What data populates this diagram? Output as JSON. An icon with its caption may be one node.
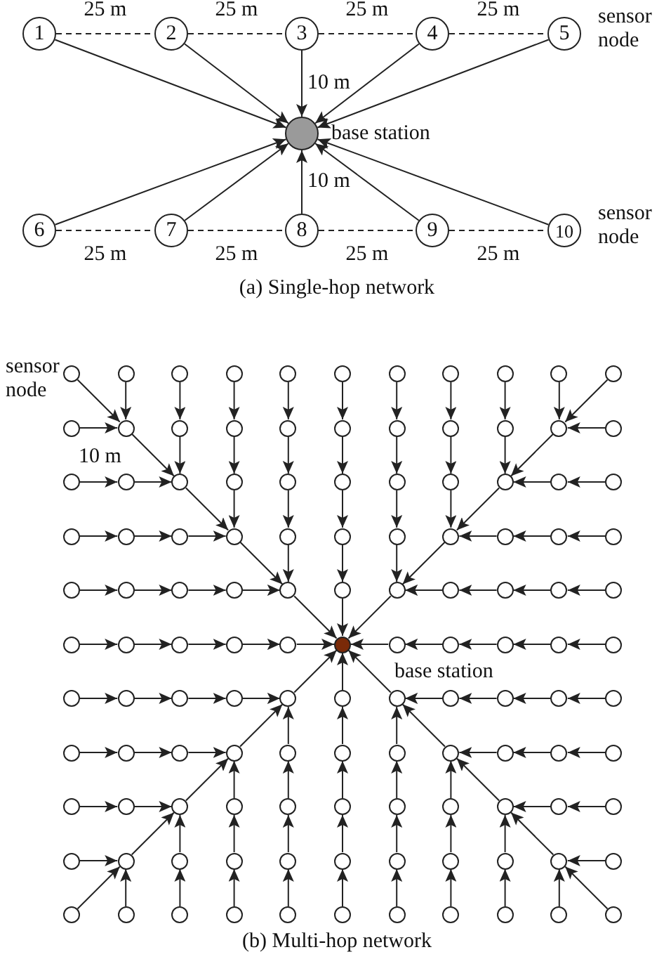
{
  "diagram": {
    "nodes": [
      {
        "text": [
          "1"
        ]
      },
      {
        "text": [
          "2"
        ]
      },
      {
        "text": [
          "3"
        ]
      },
      {
        "text": [
          "4"
        ]
      },
      {
        "text": [
          "5"
        ]
      },
      {
        "text": [],
        "shape": "circle",
        "beside": [
          "base station"
        ]
      },
      {
        "text": [
          "6"
        ]
      },
      {
        "text": [
          "7"
        ]
      },
      {
        "text": [
          "8"
        ]
      },
      {
        "text": [
          "9"
        ]
      },
      {
        "text": [
          "10"
        ]
      },
      {
        "text": [],
        "shape": "circle"
      },
      {
        "text": [],
        "shape": "circle"
      },
      {
        "text": [],
        "shape": "circle"
      },
      {
        "text": [],
        "shape": "circle"
      },
      {
        "text": [],
        "shape": "circle"
      },
      {
        "text": [],
        "shape": "circle"
      },
      {
        "text": [],
        "shape": "circle"
      },
      {
        "text": [],
        "shape": "circle"
      },
      {
        "text": [],
        "shape": "circle"
      },
      {
        "text": [],
        "shape": "circle"
      },
      {
        "text": [],
        "shape": "circle"
      },
      {
        "text": [],
        "shape": "circle"
      },
      {
        "text": [],
        "shape": "circle"
      },
      {
        "text": [],
        "shape": "circle"
      },
      {
        "text": [],
        "shape": "circle"
      },
      {
        "text": [],
        "shape": "circle"
      },
      {
        "text": [],
        "shape": "circle"
      },
      {
        "text": [],
        "shape": "circle"
      },
      {
        "text": [],
        "shape": "circle"
      },
      {
        "text": [],
        "shape": "circle"
      },
      {
        "text": [],
        "shape": "circle"
      },
      {
        "text": [],
        "shape": "circle"
      },
      {
        "text": [],
        "shape": "circle"
      },
      {
        "text": [],
        "shape": "circle"
      },
      {
        "text": [],
        "shape": "circle"
      },
      {
        "text": [],
        "shape": "circle"
      },
      {
        "text": [],
        "shape": "circle"
      },
      {
        "text": [],
        "shape": "circle"
      },
      {
        "text": [],
        "shape": "circle"
      },
      {
        "text": [],
        "shape": "circle"
      },
      {
        "text": [],
        "shape": "circle"
      },
      {
        "text": [],
        "shape": "circle"
      },
      {
        "text": [],
        "shape": "circle"
      },
      {
        "text": [],
        "shape": "circle"
      },
      {
        "text": [],
        "shape": "circle"
      },
      {
        "text": [],
        "shape": "circle"
      },
      {
        "text": [],
        "shape": "circle"
      },
      {
        "text": [],
        "shape": "circle"
      },
      {
        "text": [],
        "shape": "circle"
      },
      {
        "text": [],
        "shape": "circle"
      },
      {
        "text": [],
        "shape": "circle"
      },
      {
        "text": [],
        "shape": "circle"
      },
      {
        "text": [],
        "shape": "circle"
      },
      {
        "text": [],
        "shape": "circle"
      },
      {
        "text": [],
        "shape": "circle"
      },
      {
        "text": [],
        "shape": "circle"
      },
      {
        "text": [],
        "shape": "circle"
      },
      {
        "text": [],
        "shape": "circle"
      },
      {
        "text": [],
        "shape": "circle"
      },
      {
        "text": [],
        "shape": "circle"
      },
      {
        "text": [],
        "shape": "circle"
      },
      {
        "text": [],
        "shape": "circle"
      },
      {
        "text": [],
        "shape": "circle"
      },
      {
        "text": [],
        "shape": "circle"
      },
      {
        "text": [],
        "shape": "circle"
      },
      {
        "text": [],
        "shape": "circle"
      },
      {
        "text": [],
        "shape": "circle"
      },
      {
        "text": [],
        "shape": "circle"
      },
      {
        "text": [],
        "shape": "circle"
      },
      {
        "text": [],
        "shape": "circle"
      },
      {
        "text": [],
        "shape": "circle"
      },
      {
        "text": [],
        "shape": "circle"
      },
      {
        "text": [],
        "shape": "circle"
      },
      {
        "text": [],
        "shape": "circle"
      },
      {
        "text": [],
        "shape": "circle"
      },
      {
        "text": [],
        "shape": "circle"
      },
      {
        "text": [],
        "shape": "circle"
      },
      {
        "text": [],
        "shape": "circle"
      },
      {
        "text": [],
        "shape": "circle"
      },
      {
        "text": [],
        "shape": "circle"
      },
      {
        "text": [],
        "shape": "circle"
      },
      {
        "text": [],
        "shape": "circle"
      },
      {
        "text": [],
        "shape": "circle"
      },
      {
        "text": [],
        "shape": "circle"
      },
      {
        "text": [],
        "shape": "circle"
      },
      {
        "text": [],
        "shape": "circle"
      },
      {
        "text": [],
        "shape": "circle"
      },
      {
        "text": [],
        "shape": "circle"
      },
      {
        "text": [],
        "shape": "circle"
      },
      {
        "text": [],
        "shape": "circle"
      },
      {
        "text": [],
        "shape": "circle"
      },
      {
        "text": [],
        "shape": "circle"
      },
      {
        "text": [],
        "shape": "circle"
      },
      {
        "text": [],
        "shape": "circle"
      },
      {
        "text": [],
        "shape": "circle"
      },
      {
        "text": [],
        "shape": "circle"
      },
      {
        "text": [],
        "shape": "circle"
      },
      {
        "text": [],
        "shape": "circle"
      },
      {
        "text": [],
        "shape": "circle"
      },
      {
        "text": [],
        "shape": "circle"
      },
      {
        "text": [],
        "shape": "circle"
      },
      {
        "text": [],
        "shape": "circle"
      },
      {
        "text": [],
        "shape": "circle"
      },
      {
        "text": [],
        "shape": "circle"
      },
      {
        "text": [],
        "shape": "circle"
      },
      {
        "text": [],
        "shape": "circle"
      },
      {
        "text": [],
        "shape": "circle"
      },
      {
        "text": [],
        "shape": "circle"
      },
      {
        "text": [],
        "shape": "circle"
      },
      {
        "text": [],
        "shape": "circle"
      },
      {
        "text": [],
        "shape": "circle"
      },
      {
        "text": [],
        "shape": "circle"
      },
      {
        "text": [],
        "shape": "circle"
      },
      {
        "text": [],
        "shape": "circle"
      },
      {
        "text": [],
        "shape": "circle"
      },
      {
        "text": [],
        "shape": "circle"
      },
      {
        "text": [],
        "shape": "circle"
      },
      {
        "text": [],
        "shape": "circle"
      },
      {
        "text": [],
        "shape": "circle"
      },
      {
        "text": [],
        "shape": "circle"
      },
      {
        "text": [],
        "shape": "circle"
      },
      {
        "text": [],
        "shape": "circle"
      },
      {
        "text": [],
        "shape": "circle"
      },
      {
        "text": [],
        "shape": "circle"
      },
      {
        "text": [],
        "shape": "circle"
      },
      {
        "text": [],
        "shape": "circle"
      },
      {
        "text": [],
        "shape": "circle"
      },
      {
        "text": [],
        "shape": "circle"
      },
      {
        "text": [],
        "shape": "circle"
      },
      {
        "text": [],
        "shape": "circle"
      },
      {
        "text": [],
        "shape": "circle"
      }
    ],
    "edges": [
      {
        "from": 0,
        "to": 1,
        "arrow": "none",
        "style": "dashed",
        "label": "25 m"
      },
      {
        "from": 1,
        "to": 2,
        "arrow": "none",
        "style": "dashed",
        "label": "25 m"
      },
      {
        "from": 2,
        "to": 3,
        "arrow": "none",
        "style": "dashed",
        "label": "25 m"
      },
      {
        "from": 3,
        "to": 4,
        "arrow": "none",
        "style": "dashed",
        "label": "25 m"
      },
      {
        "from": 0,
        "to": 5,
        "arrow": "to"
      },
      {
        "from": 1,
        "to": 5,
        "arrow": "to"
      },
      {
        "from": 2,
        "to": 5,
        "arrow": "to",
        "label": "10 m"
      },
      {
        "from": 3,
        "to": 5,
        "arrow": "to"
      },
      {
        "from": 4,
        "to": 5,
        "arrow": "to"
      },
      {
        "from": 6,
        "to": 5,
        "arrow": "to"
      },
      {
        "from": 7,
        "to": 5,
        "arrow": "to"
      },
      {
        "from": 8,
        "to": 5,
        "arrow": "to",
        "label": "10 m"
      },
      {
        "from": 9,
        "to": 5,
        "arrow": "to"
      },
      {
        "from": 10,
        "to": 5,
        "arrow": "to"
      },
      {
        "from": 6,
        "to": 7,
        "arrow": "none",
        "style": "dashed",
        "label": "25 m"
      },
      {
        "from": 7,
        "to": 8,
        "arrow": "none",
        "style": "dashed",
        "label": "25 m"
      },
      {
        "from": 8,
        "to": 9,
        "arrow": "none",
        "style": "dashed",
        "label": "25 m"
      },
      {
        "from": 9,
        "to": 10,
        "arrow": "none",
        "style": "dashed",
        "label": "25 m"
      },
      {
        "from": 11,
        "to": 23,
        "arrow": "to"
      },
      {
        "from": 12,
        "to": 23,
        "arrow": "to"
      },
      {
        "from": 13,
        "to": 24,
        "arrow": "to"
      },
      {
        "from": 14,
        "to": 25,
        "arrow": "to"
      },
      {
        "from": 15,
        "to": 26,
        "arrow": "to"
      },
      {
        "from": 16,
        "to": 27,
        "arrow": "to"
      },
      {
        "from": 17,
        "to": 28,
        "arrow": "to"
      },
      {
        "from": 18,
        "to": 29,
        "arrow": "to"
      },
      {
        "from": 19,
        "to": 30,
        "arrow": "to"
      },
      {
        "from": 20,
        "to": 31,
        "arrow": "to"
      },
      {
        "from": 21,
        "to": 31,
        "arrow": "to"
      },
      {
        "from": 22,
        "to": 23,
        "arrow": "to"
      },
      {
        "from": 23,
        "to": 35,
        "arrow": "to"
      },
      {
        "from": 24,
        "to": 35,
        "arrow": "to"
      },
      {
        "from": 25,
        "to": 36,
        "arrow": "to"
      },
      {
        "from": 26,
        "to": 37,
        "arrow": "to"
      },
      {
        "from": 27,
        "to": 38,
        "arrow": "to"
      },
      {
        "from": 28,
        "to": 39,
        "arrow": "to"
      },
      {
        "from": 29,
        "to": 40,
        "arrow": "to"
      },
      {
        "from": 30,
        "to": 41,
        "arrow": "to"
      },
      {
        "from": 31,
        "to": 41,
        "arrow": "to"
      },
      {
        "from": 32,
        "to": 31,
        "arrow": "to"
      },
      {
        "from": 33,
        "to": 34,
        "arrow": "to"
      },
      {
        "from": 34,
        "to": 35,
        "arrow": "to"
      },
      {
        "from": 35,
        "to": 47,
        "arrow": "to"
      },
      {
        "from": 36,
        "to": 47,
        "arrow": "to"
      },
      {
        "from": 37,
        "to": 48,
        "arrow": "to"
      },
      {
        "from": 38,
        "to": 49,
        "arrow": "to"
      },
      {
        "from": 39,
        "to": 50,
        "arrow": "to"
      },
      {
        "from": 40,
        "to": 51,
        "arrow": "to"
      },
      {
        "from": 41,
        "to": 51,
        "arrow": "to"
      },
      {
        "from": 42,
        "to": 41,
        "arrow": "to"
      },
      {
        "from": 43,
        "to": 42,
        "arrow": "to"
      },
      {
        "from": 44,
        "to": 45,
        "arrow": "to"
      },
      {
        "from": 45,
        "to": 46,
        "arrow": "to"
      },
      {
        "from": 46,
        "to": 47,
        "arrow": "to"
      },
      {
        "from": 47,
        "to": 59,
        "arrow": "to"
      },
      {
        "from": 48,
        "to": 59,
        "arrow": "to"
      },
      {
        "from": 49,
        "to": 60,
        "arrow": "to"
      },
      {
        "from": 50,
        "to": 61,
        "arrow": "to"
      },
      {
        "from": 51,
        "to": 61,
        "arrow": "to"
      },
      {
        "from": 52,
        "to": 51,
        "arrow": "to"
      },
      {
        "from": 53,
        "to": 52,
        "arrow": "to"
      },
      {
        "from": 54,
        "to": 53,
        "arrow": "to"
      },
      {
        "from": 55,
        "to": 56,
        "arrow": "to"
      },
      {
        "from": 56,
        "to": 57,
        "arrow": "to"
      },
      {
        "from": 57,
        "to": 58,
        "arrow": "to"
      },
      {
        "from": 58,
        "to": 59,
        "arrow": "to"
      },
      {
        "from": 59,
        "to": 71,
        "arrow": "to"
      },
      {
        "from": 60,
        "to": 71,
        "arrow": "to"
      },
      {
        "from": 61,
        "to": 71,
        "arrow": "to"
      },
      {
        "from": 62,
        "to": 61,
        "arrow": "to"
      },
      {
        "from": 63,
        "to": 62,
        "arrow": "to"
      },
      {
        "from": 64,
        "to": 63,
        "arrow": "to"
      },
      {
        "from": 65,
        "to": 64,
        "arrow": "to"
      },
      {
        "from": 66,
        "to": 67,
        "arrow": "to"
      },
      {
        "from": 67,
        "to": 68,
        "arrow": "to"
      },
      {
        "from": 68,
        "to": 69,
        "arrow": "to"
      },
      {
        "from": 69,
        "to": 70,
        "arrow": "to"
      },
      {
        "from": 70,
        "to": 71,
        "arrow": "to"
      },
      {
        "from": 72,
        "to": 71,
        "arrow": "to"
      },
      {
        "from": 73,
        "to": 72,
        "arrow": "to"
      },
      {
        "from": 74,
        "to": 73,
        "arrow": "to"
      },
      {
        "from": 75,
        "to": 74,
        "arrow": "to"
      },
      {
        "from": 76,
        "to": 75,
        "arrow": "to"
      },
      {
        "from": 77,
        "to": 78,
        "arrow": "to"
      },
      {
        "from": 78,
        "to": 79,
        "arrow": "to"
      },
      {
        "from": 79,
        "to": 80,
        "arrow": "to"
      },
      {
        "from": 80,
        "to": 81,
        "arrow": "to"
      },
      {
        "from": 81,
        "to": 71,
        "arrow": "to"
      },
      {
        "from": 82,
        "to": 71,
        "arrow": "to"
      },
      {
        "from": 83,
        "to": 71,
        "arrow": "to"
      },
      {
        "from": 84,
        "to": 83,
        "arrow": "to"
      },
      {
        "from": 85,
        "to": 84,
        "arrow": "to"
      },
      {
        "from": 86,
        "to": 85,
        "arrow": "to"
      },
      {
        "from": 87,
        "to": 86,
        "arrow": "to"
      },
      {
        "from": 88,
        "to": 89,
        "arrow": "to"
      },
      {
        "from": 89,
        "to": 90,
        "arrow": "to"
      },
      {
        "from": 90,
        "to": 91,
        "arrow": "to"
      },
      {
        "from": 91,
        "to": 81,
        "arrow": "to"
      },
      {
        "from": 92,
        "to": 81,
        "arrow": "to"
      },
      {
        "from": 93,
        "to": 82,
        "arrow": "to"
      },
      {
        "from": 94,
        "to": 83,
        "arrow": "to"
      },
      {
        "from": 95,
        "to": 83,
        "arrow": "to"
      },
      {
        "from": 96,
        "to": 95,
        "arrow": "to"
      },
      {
        "from": 97,
        "to": 96,
        "arrow": "to"
      },
      {
        "from": 98,
        "to": 97,
        "arrow": "to"
      },
      {
        "from": 99,
        "to": 100,
        "arrow": "to"
      },
      {
        "from": 100,
        "to": 101,
        "arrow": "to"
      },
      {
        "from": 101,
        "to": 91,
        "arrow": "to"
      },
      {
        "from": 102,
        "to": 91,
        "arrow": "to"
      },
      {
        "from": 103,
        "to": 92,
        "arrow": "to"
      },
      {
        "from": 104,
        "to": 93,
        "arrow": "to"
      },
      {
        "from": 105,
        "to": 94,
        "arrow": "to"
      },
      {
        "from": 106,
        "to": 95,
        "arrow": "to"
      },
      {
        "from": 107,
        "to": 95,
        "arrow": "to"
      },
      {
        "from": 108,
        "to": 107,
        "arrow": "to"
      },
      {
        "from": 109,
        "to": 108,
        "arrow": "to"
      },
      {
        "from": 110,
        "to": 111,
        "arrow": "to"
      },
      {
        "from": 111,
        "to": 101,
        "arrow": "to"
      },
      {
        "from": 112,
        "to": 101,
        "arrow": "to"
      },
      {
        "from": 113,
        "to": 102,
        "arrow": "to"
      },
      {
        "from": 114,
        "to": 103,
        "arrow": "to"
      },
      {
        "from": 115,
        "to": 104,
        "arrow": "to"
      },
      {
        "from": 116,
        "to": 105,
        "arrow": "to"
      },
      {
        "from": 117,
        "to": 106,
        "arrow": "to"
      },
      {
        "from": 118,
        "to": 107,
        "arrow": "to"
      },
      {
        "from": 119,
        "to": 107,
        "arrow": "to"
      },
      {
        "from": 120,
        "to": 119,
        "arrow": "to"
      },
      {
        "from": 121,
        "to": 111,
        "arrow": "to"
      },
      {
        "from": 122,
        "to": 111,
        "arrow": "to"
      },
      {
        "from": 123,
        "to": 112,
        "arrow": "to"
      },
      {
        "from": 124,
        "to": 113,
        "arrow": "to"
      },
      {
        "from": 125,
        "to": 114,
        "arrow": "to"
      },
      {
        "from": 126,
        "to": 115,
        "arrow": "to"
      },
      {
        "from": 127,
        "to": 116,
        "arrow": "to"
      },
      {
        "from": 128,
        "to": 117,
        "arrow": "to"
      },
      {
        "from": 129,
        "to": 118,
        "arrow": "to"
      },
      {
        "from": 130,
        "to": 119,
        "arrow": "to"
      },
      {
        "from": 131,
        "to": 119,
        "arrow": "to"
      }
    ],
    "labels": [
      "sensor node",
      "sensor node",
      "(a) Single-hop network",
      "sensor node",
      "10 m",
      "base station",
      "(b) Multi-hop network"
    ]
  }
}
